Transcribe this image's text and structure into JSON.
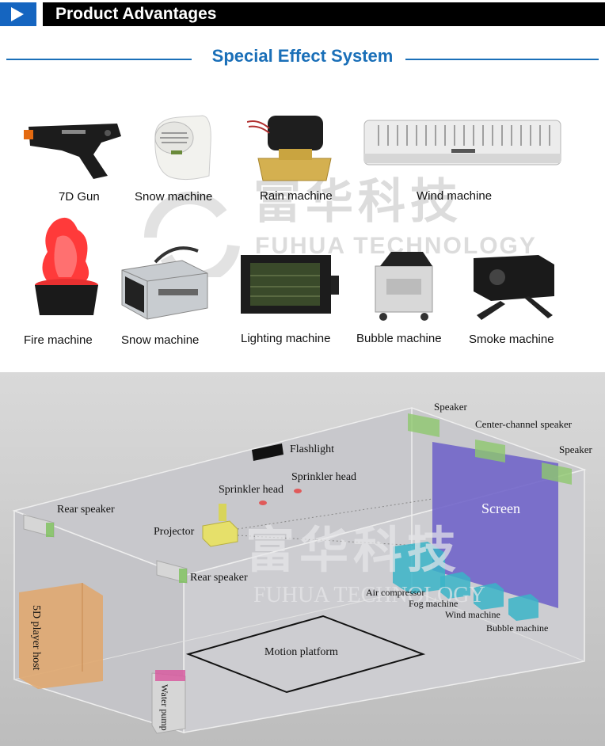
{
  "header": {
    "title": "Product Advantages"
  },
  "section": {
    "title": "Special Effect System"
  },
  "watermark": {
    "cn": "富华科技",
    "en": "FUHUA TECHNOLOGY"
  },
  "products": [
    {
      "label": "7D Gun"
    },
    {
      "label": "Snow machine"
    },
    {
      "label": "Rain machine"
    },
    {
      "label": "Wind machine"
    },
    {
      "label": "Fire machine"
    },
    {
      "label": "Snow machine"
    },
    {
      "label": "Lighting machine"
    },
    {
      "label": "Bubble machine"
    },
    {
      "label": "Smoke machine"
    }
  ],
  "diagram": {
    "speaker_left": "Speaker",
    "center_speaker": "Center-channel speaker",
    "speaker_right": "Speaker",
    "flashlight": "Flashlight",
    "sprinkler1": "Sprinkler head",
    "sprinkler2": "Sprinkler head",
    "rear_speaker1": "Rear speaker",
    "rear_speaker2": "Rear speaker",
    "projector": "Projector",
    "screen": "Screen",
    "air_compressor": "Air compressor",
    "fog_machine": "Fog machine",
    "wind_machine": "Wind machine",
    "bubble_machine": "Bubble machine",
    "host": "5D player host",
    "water_pump": "Water pump",
    "motion_platform": "Motion platform"
  },
  "colors": {
    "accent": "#1a6fb8",
    "header_arrow_bg": "#1565c0",
    "header_bg": "#000000"
  }
}
